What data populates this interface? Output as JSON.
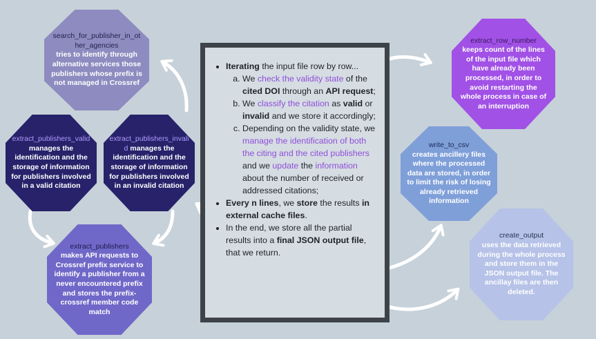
{
  "nodes": {
    "search": {
      "title": "search_for_publisher_in_other_agencies",
      "desc": "tries to identify through alternative services those publishers whose prefix is not managed in Crossref"
    },
    "valid": {
      "title": "extract_publishers_valid",
      "desc": "manages the identification and the storage of information for publishers involved in a valid citation"
    },
    "invalid": {
      "title": "extract_publishers_invalid",
      "desc": "manages the identification and the storage of information for publishers involved in an invalid citation"
    },
    "publishers": {
      "title": "extract_publishers",
      "desc": "makes API requests to Crossref prefix service to identify a publisher from a never encountered prefix and stores the prefix-crossref member code match"
    },
    "rownum": {
      "title": "extract_row_number",
      "desc": "keeps count of the lines of the input file which have already been processed, in order to avoid restarting the whole process in case of  an interruption"
    },
    "csv": {
      "title": "write_to_csv",
      "desc": "creates ancillery files where the processed data are stored, in order to limit the risk of losing already retrieved information"
    },
    "output": {
      "title": "create_output",
      "desc": "uses the data retrieved during the whole process and store them in the JSON output file. The ancillay files are then deleted."
    }
  },
  "main": {
    "b1_kw": "Iterating",
    "b1_rest": " the input file row by row...",
    "a_1": "We ",
    "a_hl": "check the validity state",
    "a_2": " of the ",
    "a_b1": "cited DOI",
    "a_3": " through an ",
    "a_b2": "API request",
    "a_4": ";",
    "b_1": "We ",
    "b_hl": "classify the citation",
    "b_2": " as ",
    "b_b1": "valid",
    "b_3": " or ",
    "b_b2": "invalid",
    "b_4": " and we store it accordingly;",
    "c_1": "Depending on the validity state, we ",
    "c_hl1": "manage the identification of both the citing and the cited publishers",
    "c_2": " and we ",
    "c_hl2": "update",
    "c_3": " the ",
    "c_hl3": "information",
    "c_4": " about the number of received or addressed citations;",
    "b2_kw": "Every n lines",
    "b2_mid": ", we ",
    "b2_kw2": "store",
    "b2_rest": " the results ",
    "b2_kw3": "in external cache files",
    "b2_end": ".",
    "b3_1": "In the end, we store all the partial results into a ",
    "b3_kw": "final JSON output",
    "b3_2": " ",
    "b3_kw2": "file",
    "b3_3": ", that we return."
  }
}
